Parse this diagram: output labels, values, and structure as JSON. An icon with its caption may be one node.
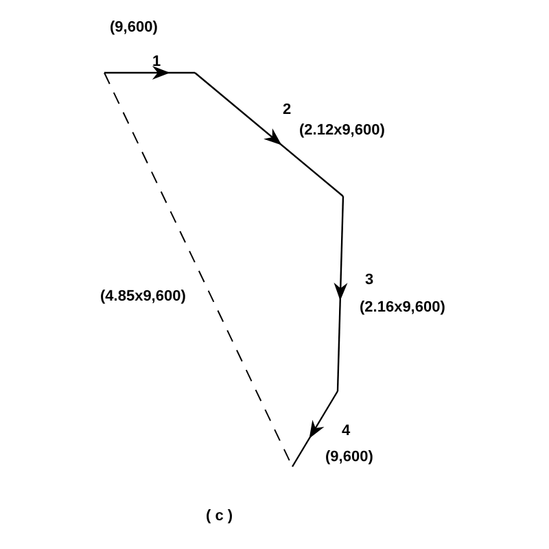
{
  "diagram": {
    "labels": [
      "(9,600)",
      "1",
      "2",
      "(2.12x9,600)",
      "3",
      "(4.85x9,600)",
      "(2.16x9,600)",
      "4",
      "(9,600)",
      "( c )"
    ]
  }
}
